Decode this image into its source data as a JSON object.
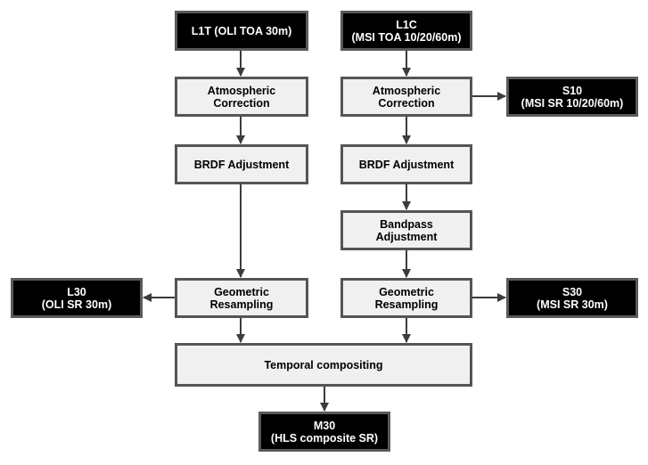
{
  "nodes": {
    "l1t": {
      "lines": [
        "L1T (OLI TOA 30m)"
      ]
    },
    "l1c": {
      "lines": [
        "L1C",
        "(MSI TOA 10/20/60m)"
      ]
    },
    "atm_left": {
      "lines": [
        "Atmospheric",
        "Correction"
      ]
    },
    "atm_right": {
      "lines": [
        "Atmospheric",
        "Correction"
      ]
    },
    "s10": {
      "lines": [
        "S10",
        "(MSI SR 10/20/60m)"
      ]
    },
    "brdf_left": {
      "lines": [
        "BRDF Adjustment"
      ]
    },
    "brdf_right": {
      "lines": [
        "BRDF Adjustment"
      ]
    },
    "bandpass": {
      "lines": [
        "Bandpass",
        "Adjustment"
      ]
    },
    "l30": {
      "lines": [
        "L30",
        "(OLI SR 30m)"
      ]
    },
    "geo_left": {
      "lines": [
        "Geometric",
        "Resampling"
      ]
    },
    "geo_right": {
      "lines": [
        "Geometric",
        "Resampling"
      ]
    },
    "s30": {
      "lines": [
        "S30",
        "(MSI SR 30m)"
      ]
    },
    "temporal": {
      "lines": [
        "Temporal compositing"
      ]
    },
    "m30": {
      "lines": [
        "M30",
        "(HLS composite SR)"
      ]
    }
  },
  "colors": {
    "dark_fill": "#000000",
    "light_fill": "#f0f0f0",
    "border": "#555555",
    "arrow": "#3c3c3c"
  }
}
